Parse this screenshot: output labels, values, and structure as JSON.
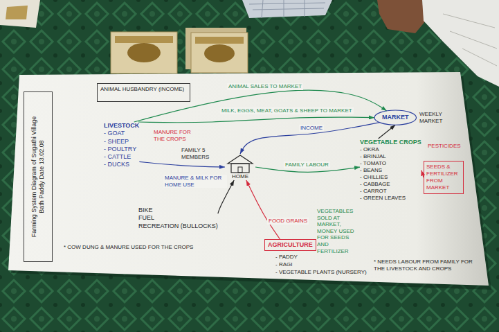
{
  "diagram": {
    "nodes": [
      {
        "text": [
          "Farming System Diagram of Sugathi Village",
          "Bath Paddy Date 13.02.08"
        ]
      },
      {
        "text": [
          "ANIMAL HUSBANDRY (INCOME)"
        ]
      },
      {
        "text": [
          "LIVESTOCK",
          "- GOAT",
          "- SHEEP",
          "- POULTRY",
          "- CATTLE",
          "- DUCKS"
        ]
      },
      {
        "text": [
          "HOME"
        ]
      },
      {
        "text": [
          "BIKE",
          "FUEL",
          "RECREATION (BULLOCKS)"
        ]
      },
      {
        "text": [
          "AGRICULTURE"
        ]
      },
      {
        "text": [
          "MARKET"
        ]
      },
      {
        "text": [
          "VEGETABLE CROPS",
          "- OKRA",
          "- BRINJAL",
          "- TOMATO",
          "- BEANS",
          "- CHILLIES",
          "- CABBAGE",
          "- CARROT",
          "- GREEN LEAVES"
        ]
      },
      {
        "text": [
          "SEEDS & FERTILIZER FROM MARKET"
        ]
      }
    ],
    "edges": [
      {
        "from": 2,
        "to": 6,
        "arrow": "to",
        "label": "ANIMAL SALES TO MARKET"
      },
      {
        "from": 2,
        "to": 6,
        "arrow": "to",
        "label": "MILK, EGGS, MEAT, GOATS & SHEEP TO MARKET"
      },
      {
        "from": 2,
        "to": 3,
        "arrow": "to",
        "label": "MANURE & MILK FOR HOME USE"
      },
      {
        "from": 4,
        "to": 3,
        "arrow": "to"
      },
      {
        "from": 3,
        "to": 7,
        "arrow": "to",
        "label": "FAMILY LABOUR"
      },
      {
        "from": 7,
        "to": 6,
        "arrow": "to"
      },
      {
        "from": 5,
        "to": 3,
        "arrow": "to",
        "label": "FOOD GRAINS"
      },
      {
        "from": 8,
        "to": 7,
        "arrow": "to"
      },
      {
        "from": 6,
        "to": 3,
        "arrow": "to",
        "label": "INCOME"
      }
    ],
    "labels": [
      "MANURE FOR THE CROPS",
      "FAMILY 5 MEMBERS",
      "- PADDY",
      "- RAGI",
      "- VEGETABLE PLANTS (NURSERY)",
      "VEGETABLES SOLD AT MARKET, MONEY USED FOR SEEDS AND FERTILIZER",
      "WEEKLY MARKET",
      "* COW DUNG & MANURE USED FOR THE CROPS",
      "* NEEDS LABOUR FROM FAMILY FOR THE LIVESTOCK AND CROPS",
      "PESTICIDES"
    ]
  }
}
